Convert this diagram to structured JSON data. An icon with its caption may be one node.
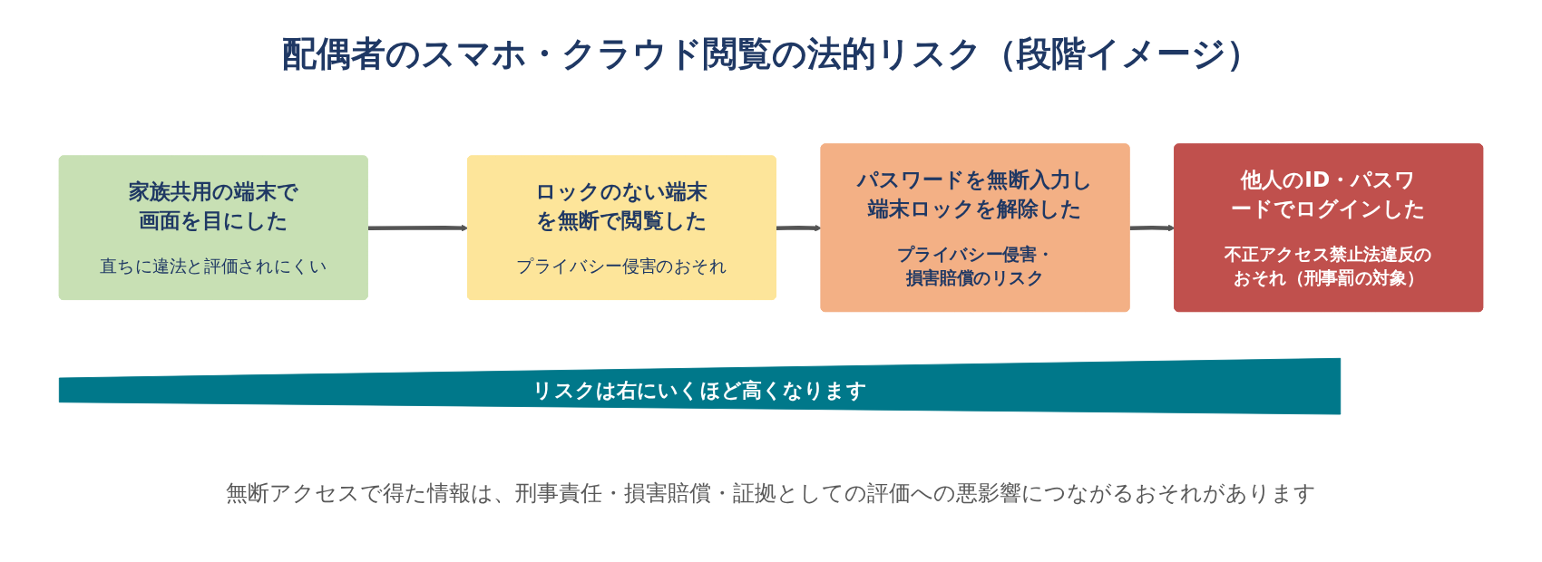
{
  "diagram": {
    "title": "配偶者のスマホ・クラウド閲覧の法的リスク（段階イメージ）",
    "nodes": [
      {
        "text": [
          "家族共用の端末で画面を目にした",
          "直ちに違法と評価されにくい"
        ]
      },
      {
        "text": [
          "ロックのない端末を無断で閲覧した",
          "プライバシー侵害のおそれ"
        ]
      },
      {
        "text": [
          "パスワードを無断入力し端末ロックを解除した",
          "プライバシー侵害・損害賠償のリスク"
        ]
      },
      {
        "text": [
          "他人のID・パスワードでログインした",
          "不正アクセス禁止法違反のおそれ（刑事罰の対象）"
        ]
      },
      {
        "text": [
          "リスクは右にいくほど高くなります"
        ]
      }
    ],
    "edges": [
      {
        "from": 0,
        "to": 1,
        "arrow": "to"
      },
      {
        "from": 1,
        "to": 2,
        "arrow": "to"
      },
      {
        "from": 2,
        "to": 3,
        "arrow": "to"
      }
    ],
    "caption": "無断アクセスで得た情報は、刑事責任・損害賠償・証拠としての評価への悪影響につながるおそれがあります"
  }
}
